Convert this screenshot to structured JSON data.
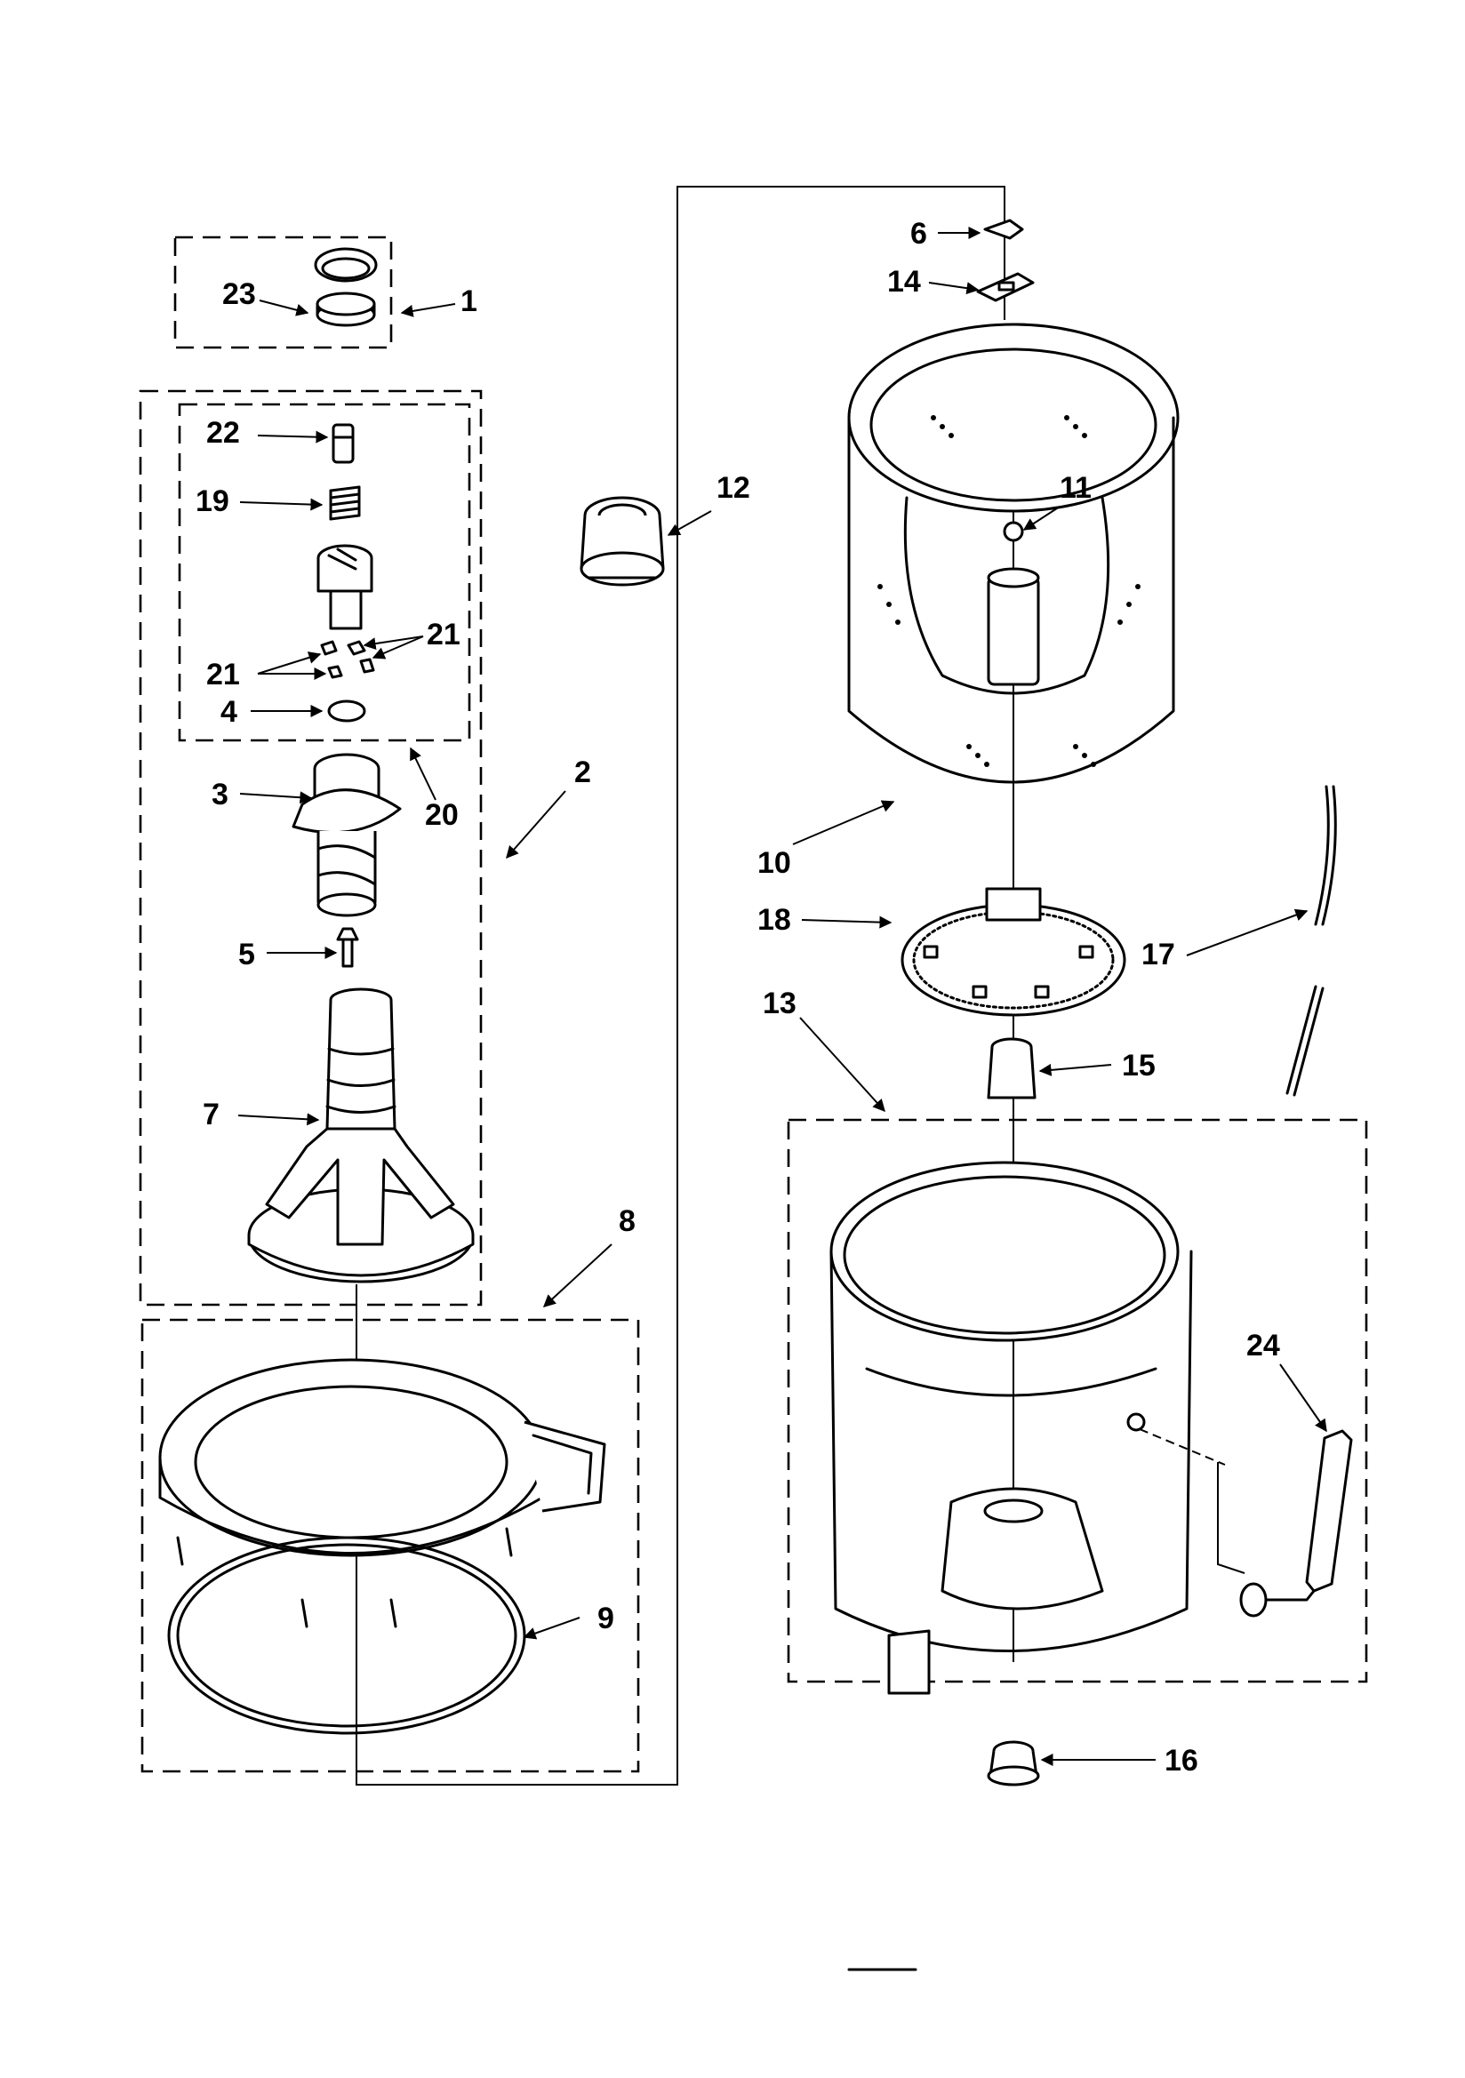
{
  "callouts": {
    "c1": "1",
    "c2": "2",
    "c3": "3",
    "c4": "4",
    "c5": "5",
    "c6": "6",
    "c7": "7",
    "c8": "8",
    "c9": "9",
    "c10": "10",
    "c11": "11",
    "c12": "12",
    "c13": "13",
    "c14": "14",
    "c15": "15",
    "c16": "16",
    "c17": "17",
    "c18": "18",
    "c19": "19",
    "c20": "20",
    "c21a": "21",
    "c21b": "21",
    "c22": "22",
    "c23": "23",
    "c24": "24"
  }
}
